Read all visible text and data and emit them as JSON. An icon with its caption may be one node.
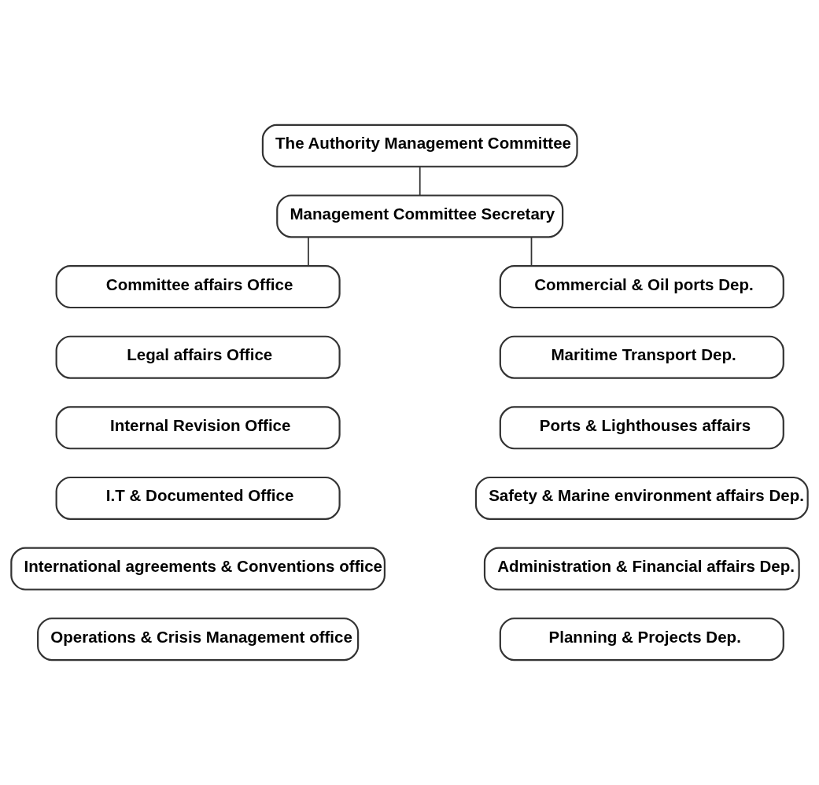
{
  "diagram": {
    "nodes": [
      {
        "text": [
          "The Authority Management Committee"
        ]
      },
      {
        "text": [
          "Management Committee Secretary"
        ]
      },
      {
        "text": [
          "Committee affairs Office"
        ]
      },
      {
        "text": [
          "Legal affairs Office"
        ]
      },
      {
        "text": [
          "Internal Revision Office"
        ]
      },
      {
        "text": [
          "I.T & Documented Office"
        ]
      },
      {
        "text": [
          "International agreements & Conventions office"
        ]
      },
      {
        "text": [
          "Operations & Crisis Management office"
        ]
      },
      {
        "text": [
          "Commercial & Oil ports Dep."
        ]
      },
      {
        "text": [
          "Maritime Transport Dep."
        ]
      },
      {
        "text": [
          "Ports & Lighthouses affairs"
        ]
      },
      {
        "text": [
          "Safety & Marine environment affairs Dep."
        ]
      },
      {
        "text": [
          "Administration & Financial affairs Dep."
        ]
      },
      {
        "text": [
          "Planning & Projects Dep."
        ]
      }
    ],
    "edges": [
      {
        "from": 0,
        "to": 1,
        "arrow": "none"
      },
      {
        "from": 1,
        "to": 2,
        "arrow": "none"
      },
      {
        "from": 1,
        "to": 8,
        "arrow": "none"
      }
    ]
  }
}
